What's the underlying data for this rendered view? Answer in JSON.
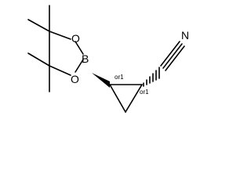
{
  "molecule": {
    "atoms": {
      "oxygen_top": "O",
      "boron": "B",
      "oxygen_bottom": "O",
      "nitrogen": "N"
    },
    "stereo_labels": {
      "left_center": "or1",
      "right_center": "or1"
    }
  }
}
